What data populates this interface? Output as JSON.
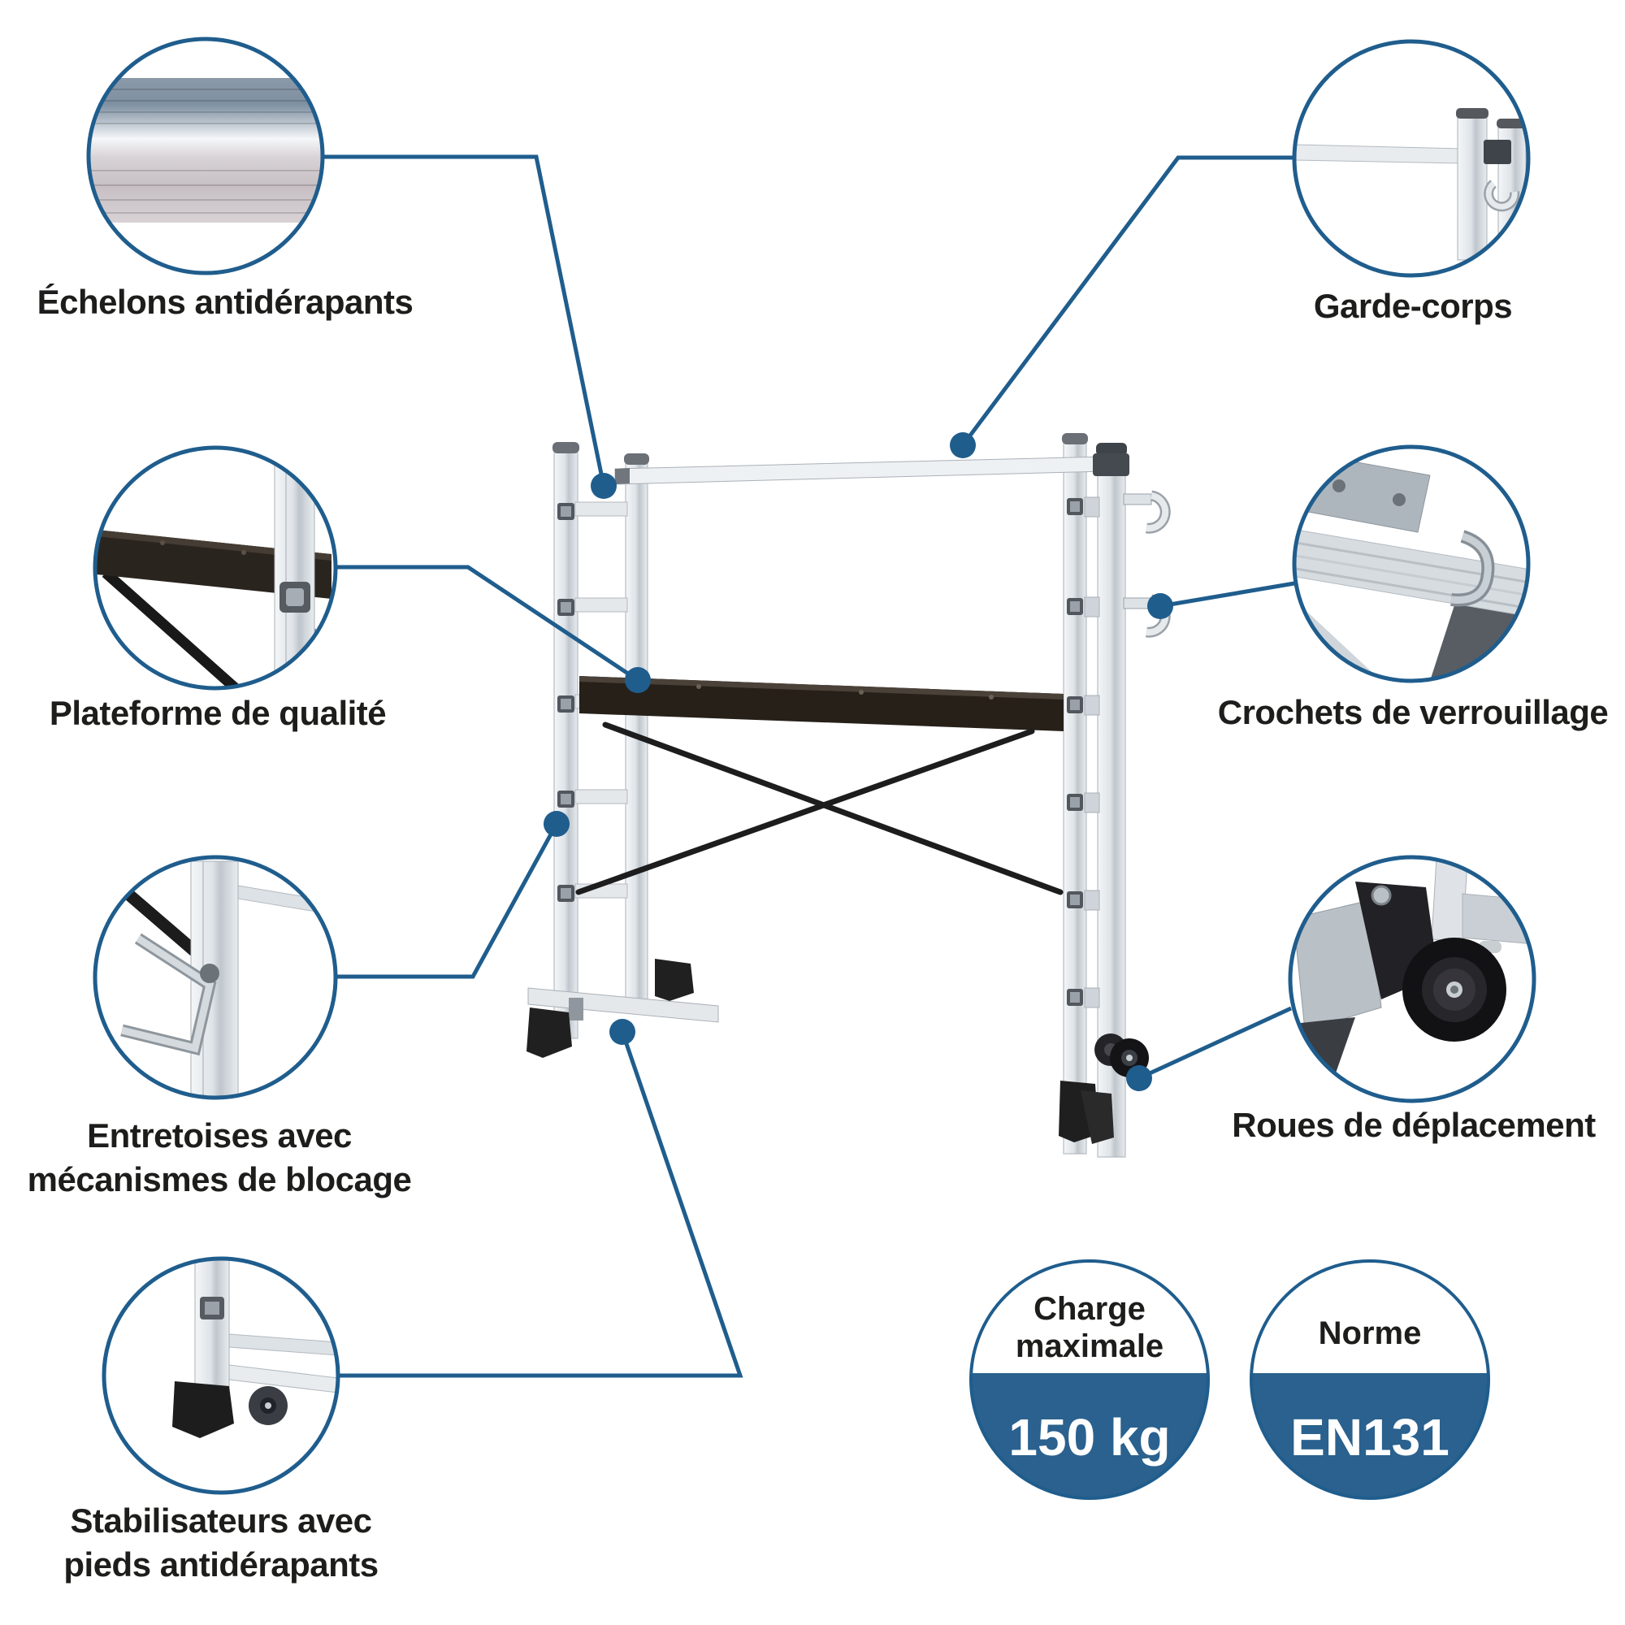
{
  "colors": {
    "accent": "#1f5d8d",
    "badge_fill": "#2a618e",
    "label": "#1d1d1b",
    "badge_value_text": "#ffffff"
  },
  "callouts": {
    "echelons": {
      "label": "Échelons antidérapants"
    },
    "garde_corps": {
      "label": "Garde-corps"
    },
    "plateforme": {
      "label": "Plateforme de qualité"
    },
    "crochets": {
      "label": "Crochets de verrouillage"
    },
    "entretoises": {
      "line1": "Entretoises avec",
      "line2": "mécanismes de blocage"
    },
    "stabilisateurs": {
      "line1": "Stabilisateurs avec",
      "line2": "pieds antidérapants"
    },
    "roues": {
      "label": "Roues de déplacement"
    }
  },
  "badges": {
    "charge": {
      "title_line1": "Charge",
      "title_line2": "maximale",
      "value": "150 kg"
    },
    "norme": {
      "title": "Norme",
      "value": "EN131"
    }
  }
}
